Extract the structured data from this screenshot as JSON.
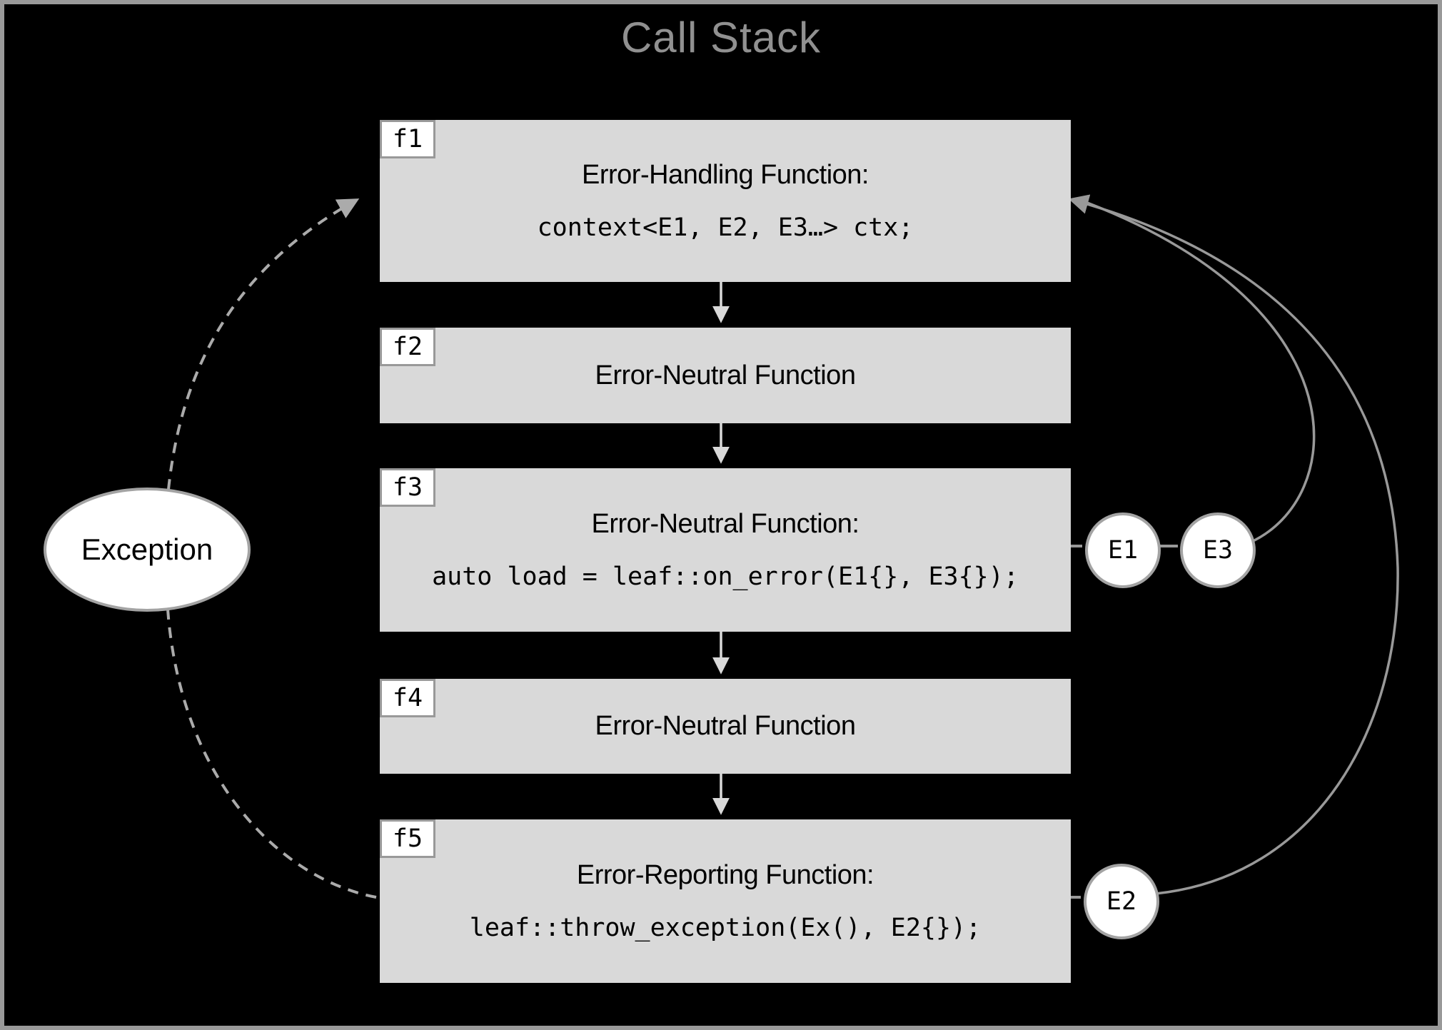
{
  "title": "Call Stack",
  "colors": {
    "background": "#000000",
    "frame_border": "#999999",
    "box_fill": "#d9d9d9",
    "node_fill": "#ffffff",
    "node_border": "#a3a3a3",
    "title_text": "#909090",
    "call_arrow": "#d9d9d9",
    "return_curve": "#999999",
    "exception_dash": "#ababab",
    "text": "#000000"
  },
  "stack": {
    "boxes": [
      {
        "tag": "f1",
        "heading": "Error-Handling Function:",
        "code": "context<E1, E2, E3…> ctx;"
      },
      {
        "tag": "f2",
        "heading": "Error-Neutral Function"
      },
      {
        "tag": "f3",
        "heading": "Error-Neutral Function:",
        "code": "auto load = leaf::on_error(E1{}, E3{});"
      },
      {
        "tag": "f4",
        "heading": "Error-Neutral Function"
      },
      {
        "tag": "f5",
        "heading": "Error-Reporting Function:",
        "code": "leaf::throw_exception(Ex(), E2{});"
      }
    ]
  },
  "exception_node": {
    "label": "Exception"
  },
  "error_objects": {
    "e1": {
      "label": "E1"
    },
    "e3": {
      "label": "E3"
    },
    "e2": {
      "label": "E2"
    }
  }
}
